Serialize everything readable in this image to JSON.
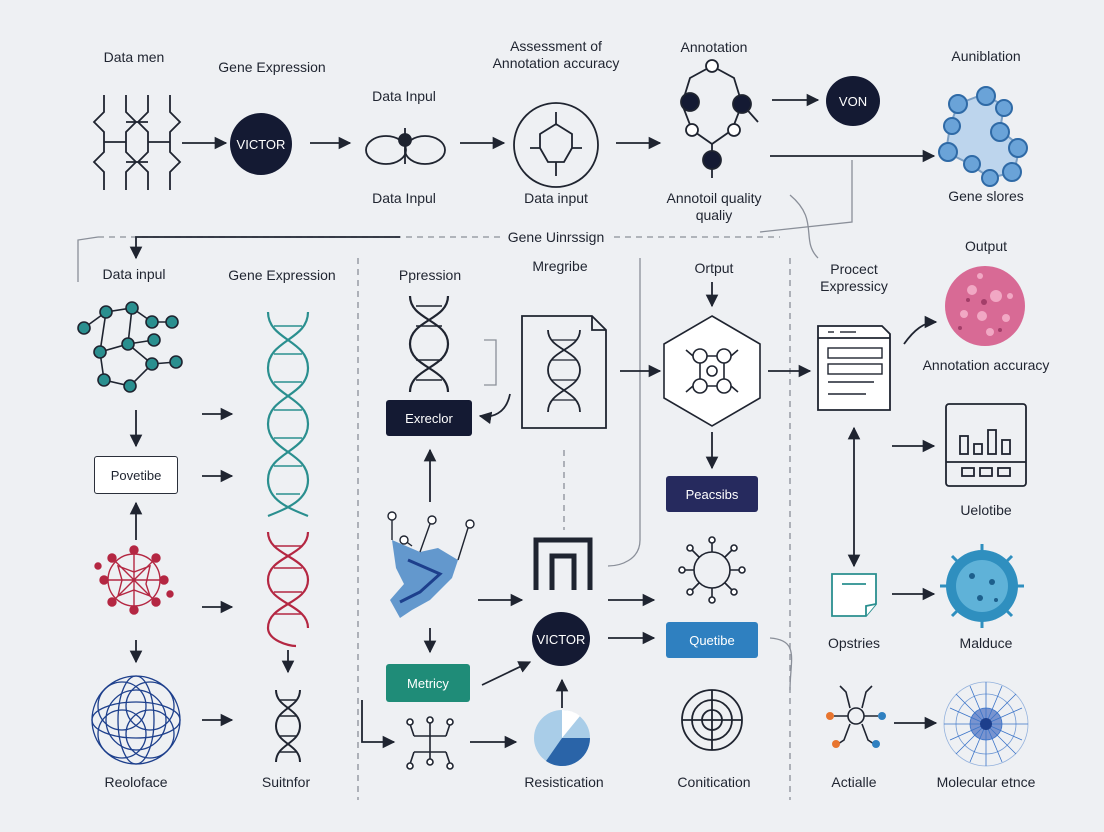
{
  "colors": {
    "ink": "#1f2430",
    "navy": "#141a33",
    "teal": "#2a8f8f",
    "crimson": "#b42742",
    "metric_green": "#1f8c78",
    "quetibe_blue": "#2f80c0",
    "pescibs_navy": "#262a5e",
    "pink": "#d86a95",
    "light_blue": "#5b9bd6"
  },
  "labels": {
    "data_men": "Data men",
    "gene_expression_top": "Gene Expression",
    "data_input_top": "Data Inpul",
    "assessment": "Assessment of\nAnnotation accuracy",
    "annotation_top": "Annotation",
    "aunibiation": "Auniblation",
    "data_input_under_dna": "Data Inpul",
    "data_input_under_cpu": "Data input",
    "annotoil_quality": "Annotoil quality\nqualiy",
    "gene_slores": "Gene slores",
    "gene_unrssign": "Gene Uinrssign",
    "data_inpul_left": "Data inpul",
    "gene_expression_mid": "Gene Expression",
    "ppression": "Ppression",
    "mregribe": "Mregribe",
    "ortput": "Ortput",
    "procect_expressicy": "Procect\nExpressicy",
    "output_right": "Output",
    "annotation_accuracy": "Annotation accuracy",
    "uelotibe": "Uelotibe",
    "opstries": "Opstries",
    "malduce": "Malduce",
    "reoloface": "Reoloface",
    "suitnfor": "Suitnfor",
    "resistication": "Resistication",
    "conitication": "Conitication",
    "actialle": "Actialle",
    "molecular_etnce": "Molecular etnce"
  },
  "nodes": {
    "victor_top": "VICTOR",
    "von": "VON",
    "poveribe": "Povetibe",
    "exreclor": "Exreclor",
    "pescibs": "Peacsibs",
    "victor_bottom": "VICTOR",
    "metricy": "Metricy",
    "quetibe": "Quetibe"
  }
}
